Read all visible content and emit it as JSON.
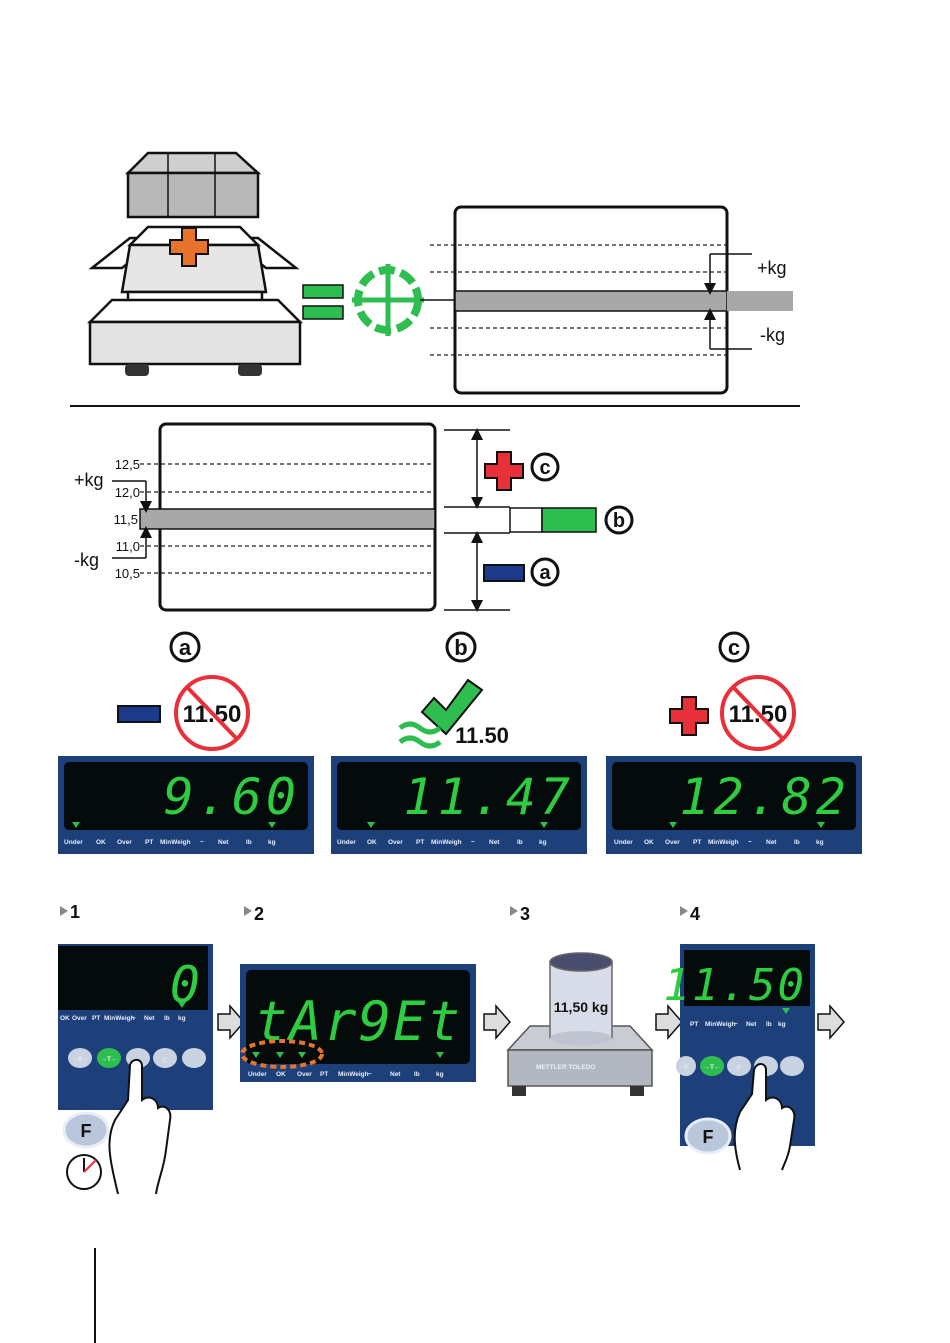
{
  "top": {
    "plus_label": "+kg",
    "minus_label": "-kg"
  },
  "middle": {
    "plus_label": "+kg",
    "minus_label": "-kg",
    "ticks": [
      "12,5",
      "12,0",
      "11,5",
      "11,0",
      "10,5"
    ],
    "zone_labels": {
      "c": "c",
      "b": "b",
      "a": "a"
    }
  },
  "results": [
    {
      "letter": "a",
      "target": "11.50",
      "reading": "9.60",
      "ok": false
    },
    {
      "letter": "b",
      "target": "11.50",
      "reading": "11.47",
      "ok": true
    },
    {
      "letter": "c",
      "target": "11.50",
      "reading": "12.82",
      "ok": false
    }
  ],
  "indicator_labels": [
    "Under",
    "OK",
    "Over",
    "PT",
    "MinWeigh",
    "~",
    "Net",
    "lb",
    "kg"
  ],
  "step4_labels": [
    "PT",
    "MinWeigh",
    "~",
    "Net",
    "lb",
    "kg"
  ],
  "steps": {
    "labels": [
      "1",
      "2",
      "3",
      "4"
    ],
    "step1_display": "0",
    "step1_labels": [
      "OK",
      "Over",
      "PT",
      "MinWeigh",
      "~",
      "Net",
      "lb",
      "kg"
    ],
    "step2_display": "tAr9Et",
    "step3_weight": "11,50 kg",
    "step3_brand": "METTLER TOLEDO",
    "step4_display": "11.50",
    "keys": {
      "zero": "→0←",
      "tare": "→T←",
      "func": "F",
      "clear": "C"
    }
  },
  "colors": {
    "green": "#2ebd4f",
    "panel": "#1d3f7a",
    "orange": "#e8732a",
    "red": "#e8303a",
    "blue_minus": "#1d3a8a"
  }
}
